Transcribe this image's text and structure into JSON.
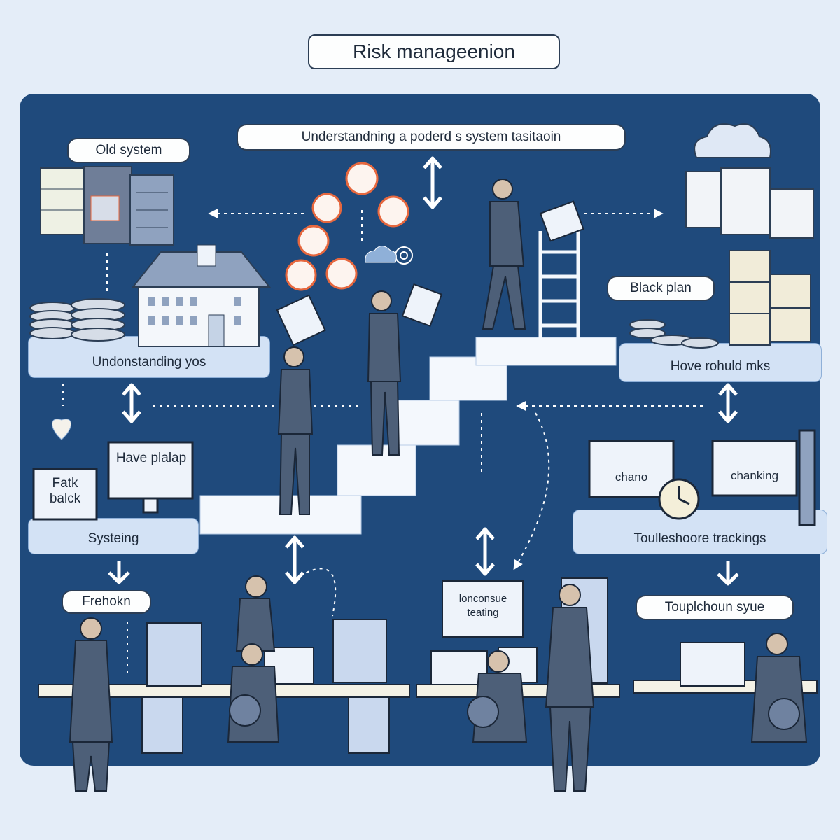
{
  "title": "Risk manageenion",
  "labels": {
    "top_banner": "Understandning a poderd s system tasitaoin",
    "old_system": "Old system",
    "understanding_yos": "Undonstanding yos",
    "black_plan": "Black plan",
    "have_rohuld": "Hove rohuld mks",
    "have_plalap": "Have plalap",
    "fatk_balck": "Fatk balck",
    "systeing": "Systeing",
    "chano": "chano",
    "chanking": "chanking",
    "touleshooting": "Toulleshoore trackings",
    "frehokn": "Frehokn",
    "lonconsue_testing": "lonconsue teating",
    "touplchoun": "Touplchoun syue"
  },
  "colors": {
    "panel": "#1f4a7c",
    "background": "#e4edf8",
    "platform": "#d3e2f5",
    "suit": "#4d5f78",
    "accent": "#e6673e"
  }
}
